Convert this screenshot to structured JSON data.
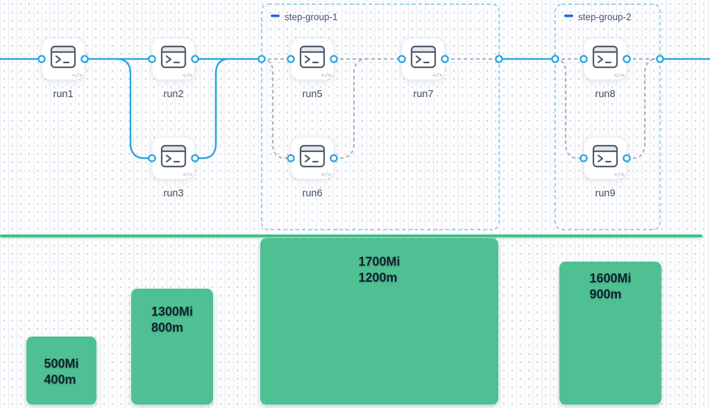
{
  "pipeline": {
    "nodes": [
      {
        "label": "run1"
      },
      {
        "label": "run2"
      },
      {
        "label": "run3"
      },
      {
        "label": "run5"
      },
      {
        "label": "run6"
      },
      {
        "label": "run7"
      },
      {
        "label": "run8"
      },
      {
        "label": "run9"
      }
    ],
    "groups": [
      {
        "label": "step-group-1"
      },
      {
        "label": "step-group-2"
      }
    ],
    "node_icon": "terminal-icon",
    "node_corner_icon": "code-icon",
    "node_corner_glyph": "</>"
  },
  "chart_data": {
    "type": "bar",
    "title": "",
    "bars": [
      {
        "memory_label": "500Mi",
        "cpu_label": "400m",
        "memory_Mi": 500,
        "cpu_m": 400
      },
      {
        "memory_label": "1300Mi",
        "cpu_label": "800m",
        "memory_Mi": 1300,
        "cpu_m": 800
      },
      {
        "memory_label": "1700Mi",
        "cpu_label": "1200m",
        "memory_Mi": 1700,
        "cpu_m": 1200
      },
      {
        "memory_label": "1600Mi",
        "cpu_label": "900m",
        "memory_Mi": 1600,
        "cpu_m": 900
      }
    ],
    "value_units": {
      "memory": "Mi",
      "cpu": "m"
    },
    "bar_color": "#4fc093",
    "label_color": "#10222f"
  },
  "colors": {
    "edge_blue": "#29a7e0",
    "edge_dashed_gray": "#a6aeb9",
    "group_border_blue": "#79c3ed",
    "group_collapse_blue": "#1a66d9",
    "divider_green": "#45bd8b",
    "node_label": "#3f4e61"
  }
}
